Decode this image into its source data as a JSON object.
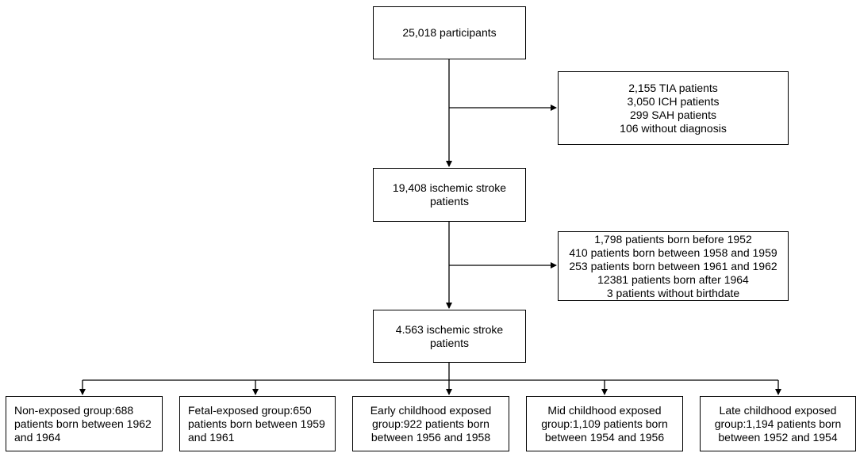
{
  "nodes": {
    "participants": {
      "lines": [
        "25,018 participants"
      ]
    },
    "excluded_1": {
      "lines": [
        "2,155 TIA patients",
        "3,050 ICH patients",
        "299 SAH patients",
        "106 without diagnosis"
      ]
    },
    "ischemic_all": {
      "lines": [
        "19,408 ischemic stroke",
        "patients"
      ]
    },
    "excluded_2": {
      "lines": [
        "1,798 patients born before 1952",
        "410 patients born between 1958 and 1959",
        "253 patients born between 1961 and 1962",
        "12381 patients born after 1964",
        "3 patients without birthdate"
      ]
    },
    "ischemic_final": {
      "lines": [
        "4.563 ischemic stroke",
        "patients"
      ]
    },
    "group_non_exposed": {
      "lines": [
        "Non-exposed group:688",
        "patients born between 1962",
        "and 1964"
      ]
    },
    "group_fetal": {
      "lines": [
        "Fetal-exposed group:650",
        "patients born between 1959",
        "and 1961"
      ]
    },
    "group_early": {
      "lines": [
        "Early childhood exposed",
        "group:922 patients born",
        "between 1956 and 1958"
      ]
    },
    "group_mid": {
      "lines": [
        "Mid childhood exposed",
        "group:1,109 patients born",
        "between 1954 and 1956"
      ]
    },
    "group_late": {
      "lines": [
        "Late childhood exposed",
        "group:1,194 patients born",
        "between 1952 and 1954"
      ]
    }
  }
}
